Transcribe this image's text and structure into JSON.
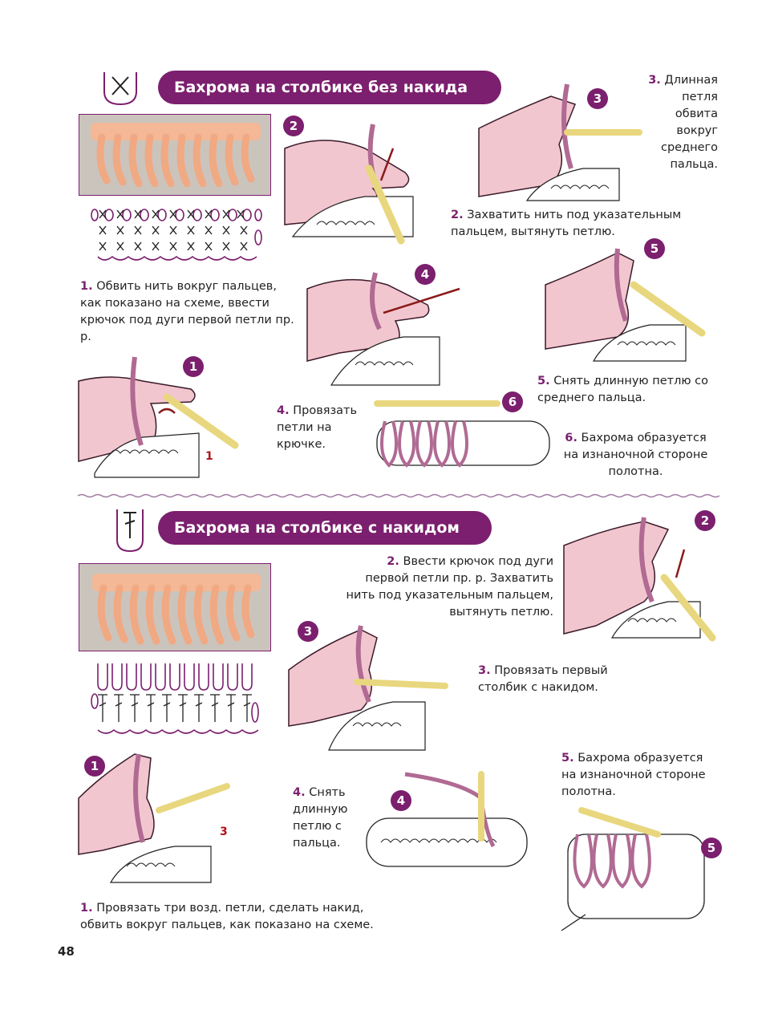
{
  "section1": {
    "title": "Бахрома на столбике без накида",
    "steps": {
      "s1": {
        "num": "1.",
        "text": "Обвить нить вокруг пальцев, как показано на схеме, ввести крючок под дуги первой петли пр. р."
      },
      "s2": {
        "num": "2.",
        "text": "Захватить нить под указательным пальцем, вытянуть петлю."
      },
      "s3": {
        "num": "3.",
        "text": "Длинная петля обвита вокруг среднего пальца."
      },
      "s4": {
        "num": "4.",
        "text": "Провязать петли на крючке."
      },
      "s5": {
        "num": "5.",
        "text": "Снять длинную петлю со среднего пальца."
      },
      "s6": {
        "num": "6.",
        "text": "Бахрома образуется на изнаночной стороне полотна."
      }
    },
    "badges": [
      "1",
      "2",
      "3",
      "4",
      "5",
      "6"
    ],
    "annotation": "1"
  },
  "section2": {
    "title": "Бахрома на столбике с накидом",
    "steps": {
      "s1": {
        "num": "1.",
        "text": "Провязать три возд. петли, сделать накид, обвить вокруг пальцев, как показано на схеме."
      },
      "s2": {
        "num": "2.",
        "text": "Ввести крючок под дуги первой петли пр. р. Захватить нить под указательным пальцем, вытянуть петлю."
      },
      "s3": {
        "num": "3.",
        "text": "Провязать первый столбик с накидом."
      },
      "s4": {
        "num": "4.",
        "text": "Снять длинную петлю с пальца."
      },
      "s5": {
        "num": "5.",
        "text": "Бахрома образуется на изнаночной стороне полотна."
      }
    },
    "badges": [
      "1",
      "2",
      "3",
      "4",
      "5"
    ],
    "annotation": "3"
  },
  "page_number": "48",
  "colors": {
    "accent": "#7b1f6e",
    "yarn": "#b06a93",
    "hand": "#f2c6cf",
    "hook": "#f3e69a",
    "arrow": "#8b1a1a"
  }
}
